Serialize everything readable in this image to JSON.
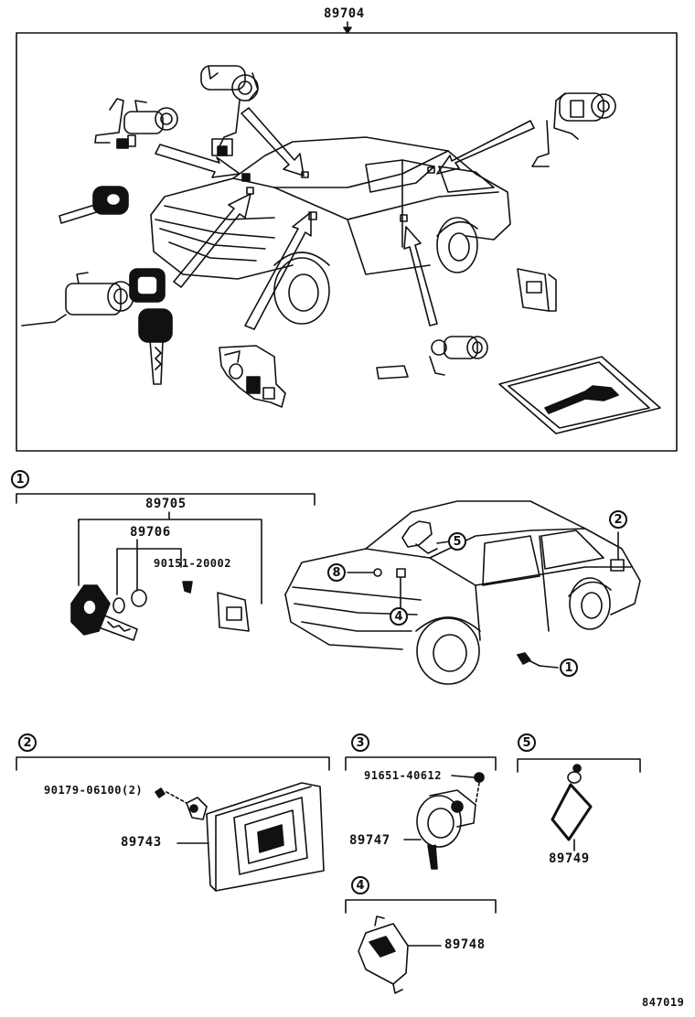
{
  "top_group": {
    "part_no": "89704"
  },
  "sections": [
    {
      "id": "1",
      "marker": "1"
    },
    {
      "id": "2",
      "marker": "2"
    },
    {
      "id": "3",
      "marker": "3"
    },
    {
      "id": "4",
      "marker": "4"
    },
    {
      "id": "5",
      "marker": "5"
    }
  ],
  "parts": {
    "p89705": "89705",
    "p89706": "89706",
    "p90151": "90151-20002",
    "p90179": "90179-06100(2)",
    "p89743": "89743",
    "p91651": "91651-40612",
    "p89747": "89747",
    "p89748": "89748",
    "p89749": "89749"
  },
  "car_callouts": [
    "8",
    "5",
    "4",
    "2",
    "1"
  ],
  "figure_code": "847019"
}
